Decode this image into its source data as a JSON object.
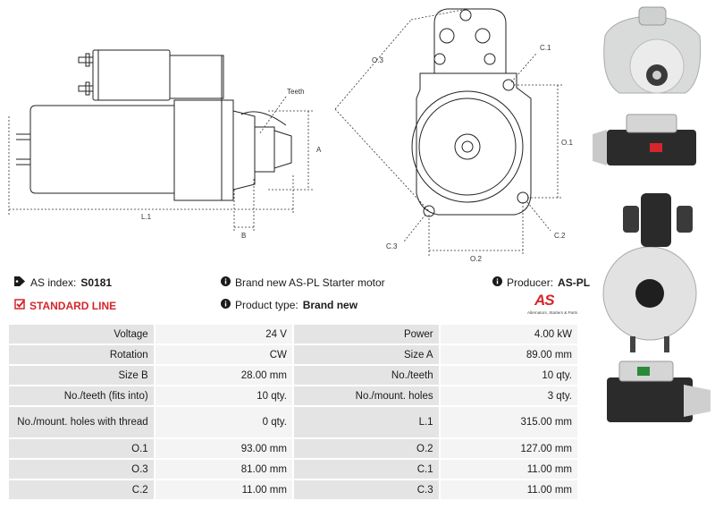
{
  "labels": {
    "teeth": "Teeth",
    "A": "A",
    "B": "B",
    "L1": "L.1",
    "O1": "O.1",
    "O2": "O.2",
    "O3": "O.3",
    "C1": "C.1",
    "C2": "C.2",
    "C3": "C.3"
  },
  "info": {
    "as_index_label": "AS index:",
    "as_index_value": "S0181",
    "standard_line": "STANDARD LINE",
    "brand_new_text": "Brand new AS-PL Starter motor",
    "product_type_label": "Product type:",
    "product_type_value": "Brand new",
    "producer_label": "Producer:",
    "producer_value": "AS-PL",
    "logo_text": "AS",
    "logo_sub": "Alternators, Starters & Parts"
  },
  "specs": [
    {
      "l1": "Voltage",
      "v1": "24 V",
      "l2": "Power",
      "v2": "4.00 kW"
    },
    {
      "l1": "Rotation",
      "v1": "CW",
      "l2": "Size A",
      "v2": "89.00 mm"
    },
    {
      "l1": "Size B",
      "v1": "28.00 mm",
      "l2": "No./teeth",
      "v2": "10 qty."
    },
    {
      "l1": "No./teeth (fits into)",
      "v1": "10 qty.",
      "l2": "No./mount. holes",
      "v2": "3 qty."
    },
    {
      "l1": "No./mount. holes with thread",
      "v1": "0 qty.",
      "l2": "L.1",
      "v2": "315.00 mm"
    },
    {
      "l1": "O.1",
      "v1": "93.00 mm",
      "l2": "O.2",
      "v2": "127.00 mm"
    },
    {
      "l1": "O.3",
      "v1": "81.00 mm",
      "l2": "C.1",
      "v2": "11.00 mm"
    },
    {
      "l1": "C.2",
      "v1": "11.00 mm",
      "l2": "C.3",
      "v2": "11.00 mm"
    }
  ],
  "colors": {
    "accent": "#d4262c",
    "label_bg": "#e4e4e4",
    "value_bg": "#f4f4f4"
  }
}
